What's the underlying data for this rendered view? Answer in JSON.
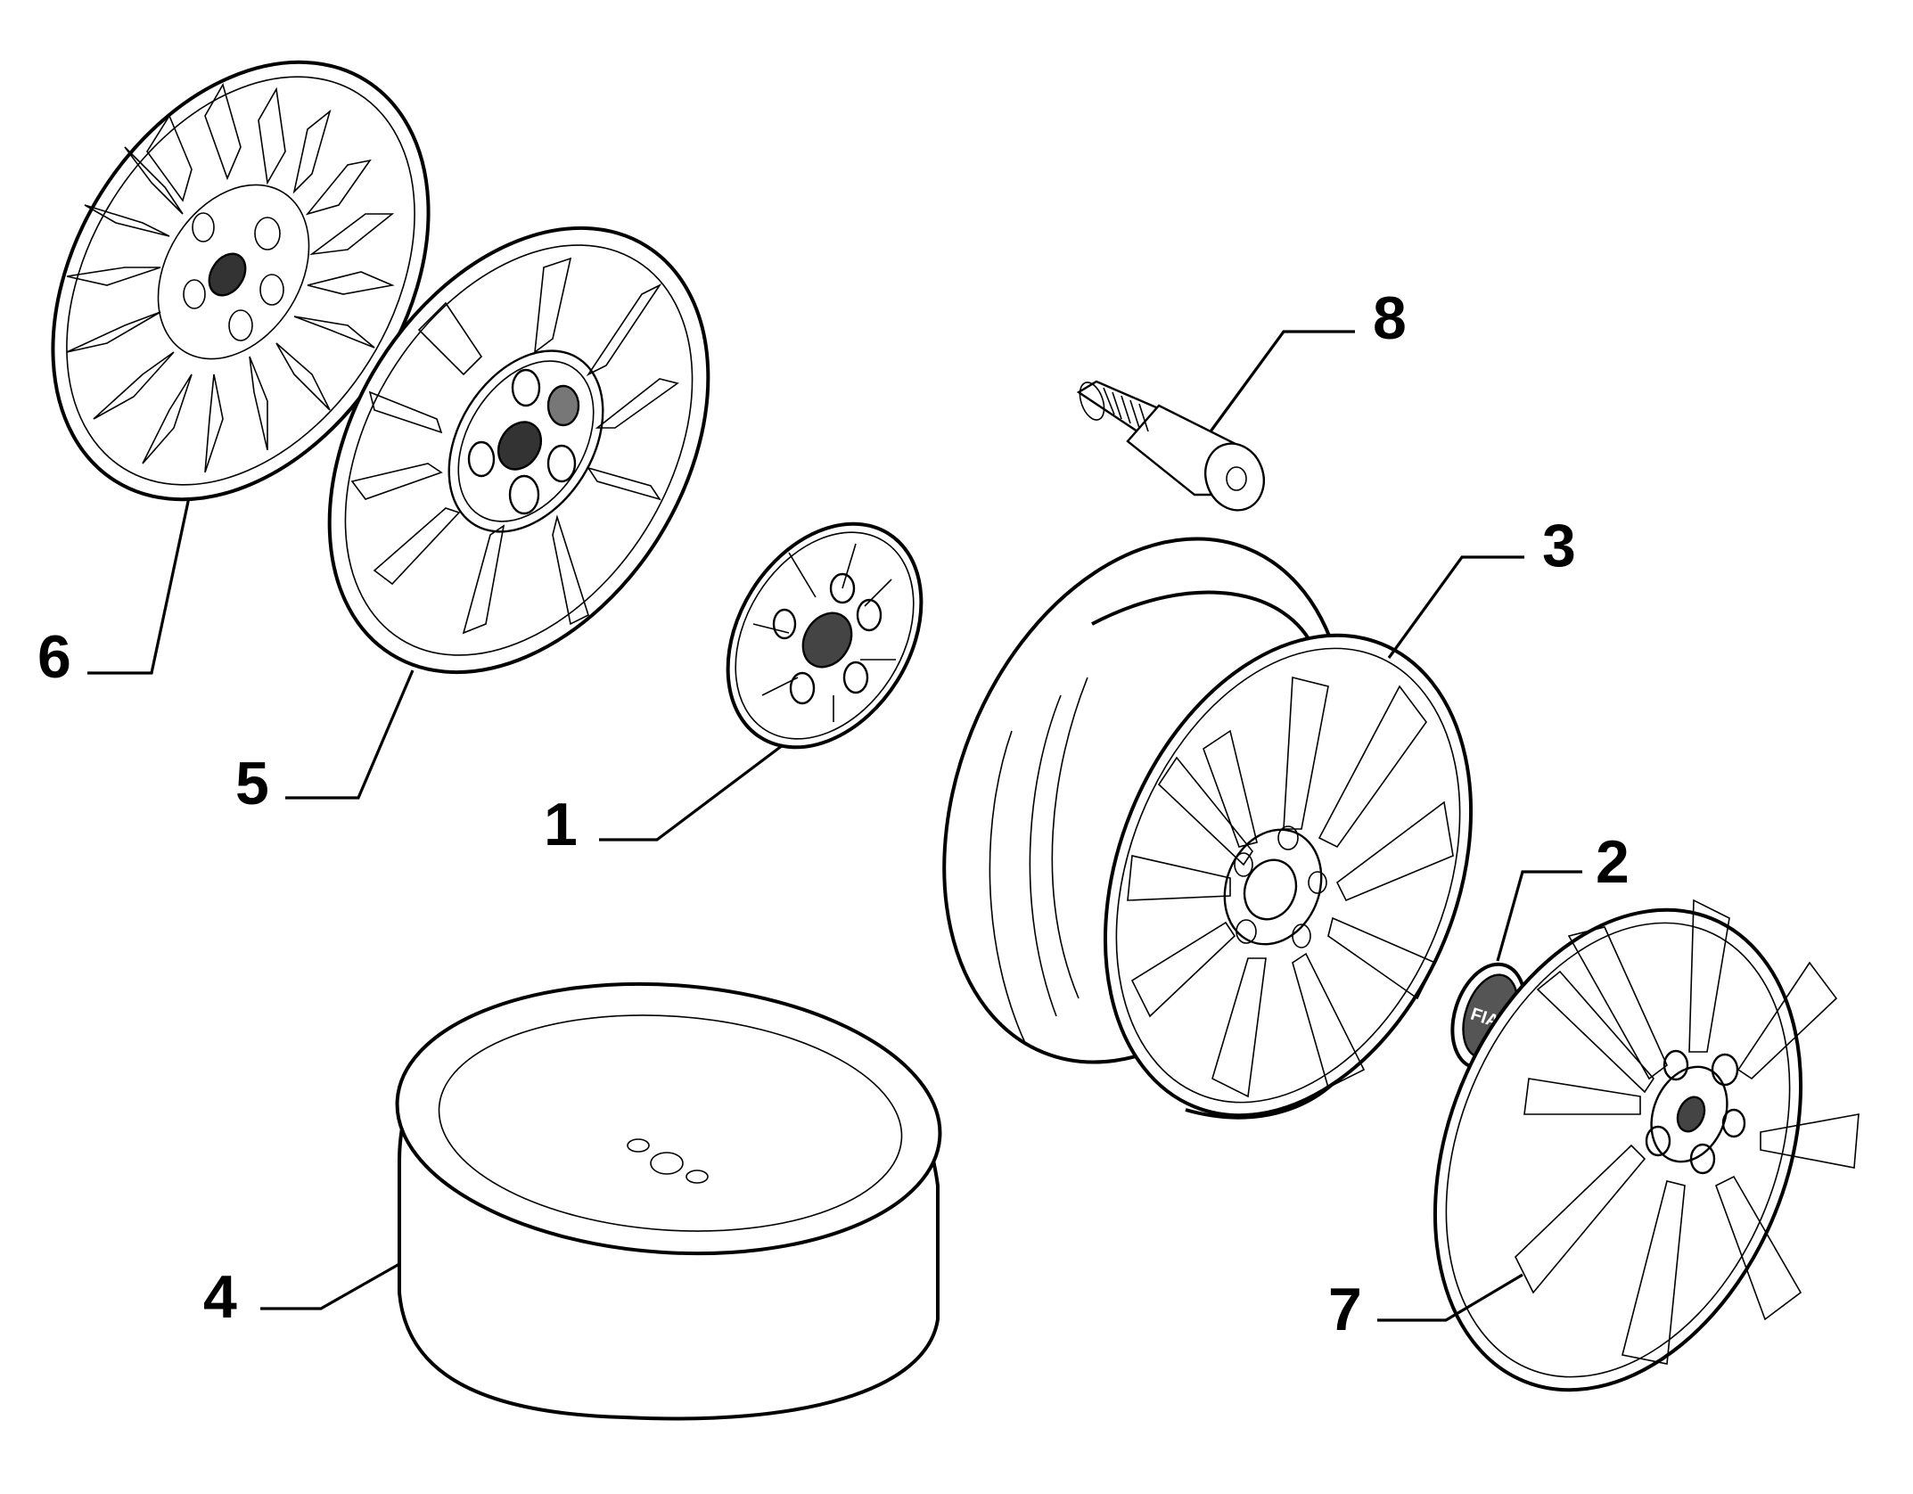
{
  "diagram": {
    "callouts": [
      {
        "id": "1",
        "label": "1"
      },
      {
        "id": "2",
        "label": "2"
      },
      {
        "id": "3",
        "label": "3"
      },
      {
        "id": "4",
        "label": "4"
      },
      {
        "id": "5",
        "label": "5"
      },
      {
        "id": "6",
        "label": "6"
      },
      {
        "id": "7",
        "label": "7"
      },
      {
        "id": "8",
        "label": "8"
      }
    ],
    "logo_text": "FIAT"
  }
}
